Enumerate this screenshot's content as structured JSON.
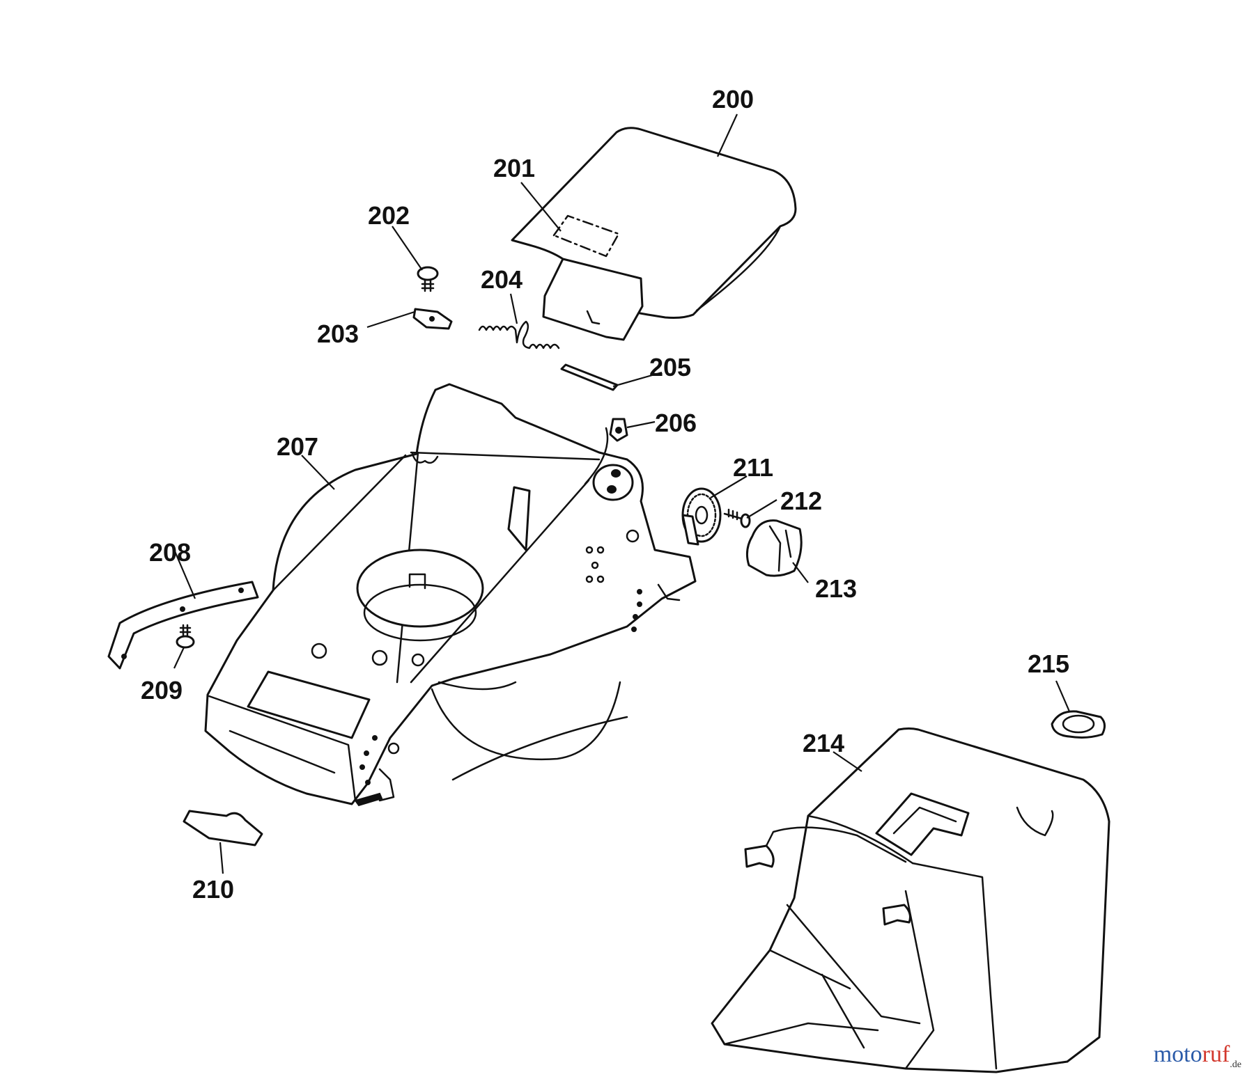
{
  "parts": [
    {
      "id": "200",
      "name": "label-200"
    },
    {
      "id": "201",
      "name": "label-201"
    },
    {
      "id": "202",
      "name": "label-202"
    },
    {
      "id": "203",
      "name": "label-203"
    },
    {
      "id": "204",
      "name": "label-204"
    },
    {
      "id": "205",
      "name": "label-205"
    },
    {
      "id": "206",
      "name": "label-206"
    },
    {
      "id": "207",
      "name": "label-207"
    },
    {
      "id": "208",
      "name": "label-208"
    },
    {
      "id": "209",
      "name": "label-209"
    },
    {
      "id": "210",
      "name": "label-210"
    },
    {
      "id": "211",
      "name": "label-211"
    },
    {
      "id": "212",
      "name": "label-212"
    },
    {
      "id": "213",
      "name": "label-213"
    },
    {
      "id": "214",
      "name": "label-214"
    },
    {
      "id": "215",
      "name": "label-215"
    }
  ],
  "watermark": {
    "part1": "moto",
    "part2": "ruf",
    "suffix": ".de"
  }
}
